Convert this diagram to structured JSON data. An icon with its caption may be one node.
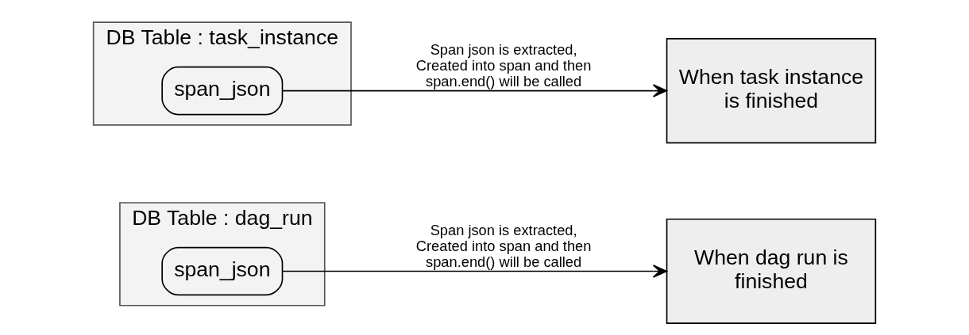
{
  "diagram": {
    "nodes": [
      {
        "text": [
          "DB Table : dag_run"
        ]
      },
      {
        "text": [
          "span_json"
        ],
        "in": 0
      },
      {
        "text": [
          "When dag run is finished"
        ]
      },
      {
        "text": [
          "DB Table : task_instance"
        ]
      },
      {
        "text": [
          "span_json"
        ],
        "in": 3
      },
      {
        "text": [
          "When task instance is finished"
        ]
      }
    ],
    "edges": [
      {
        "from": 1,
        "to": 2,
        "arrow": "to",
        "label": "Span json is extracted, Created into span and then span.end() will be called"
      },
      {
        "from": 4,
        "to": 5,
        "arrow": "to",
        "label": "Span json is extracted, Created into span and then span.end() will be called"
      }
    ]
  }
}
